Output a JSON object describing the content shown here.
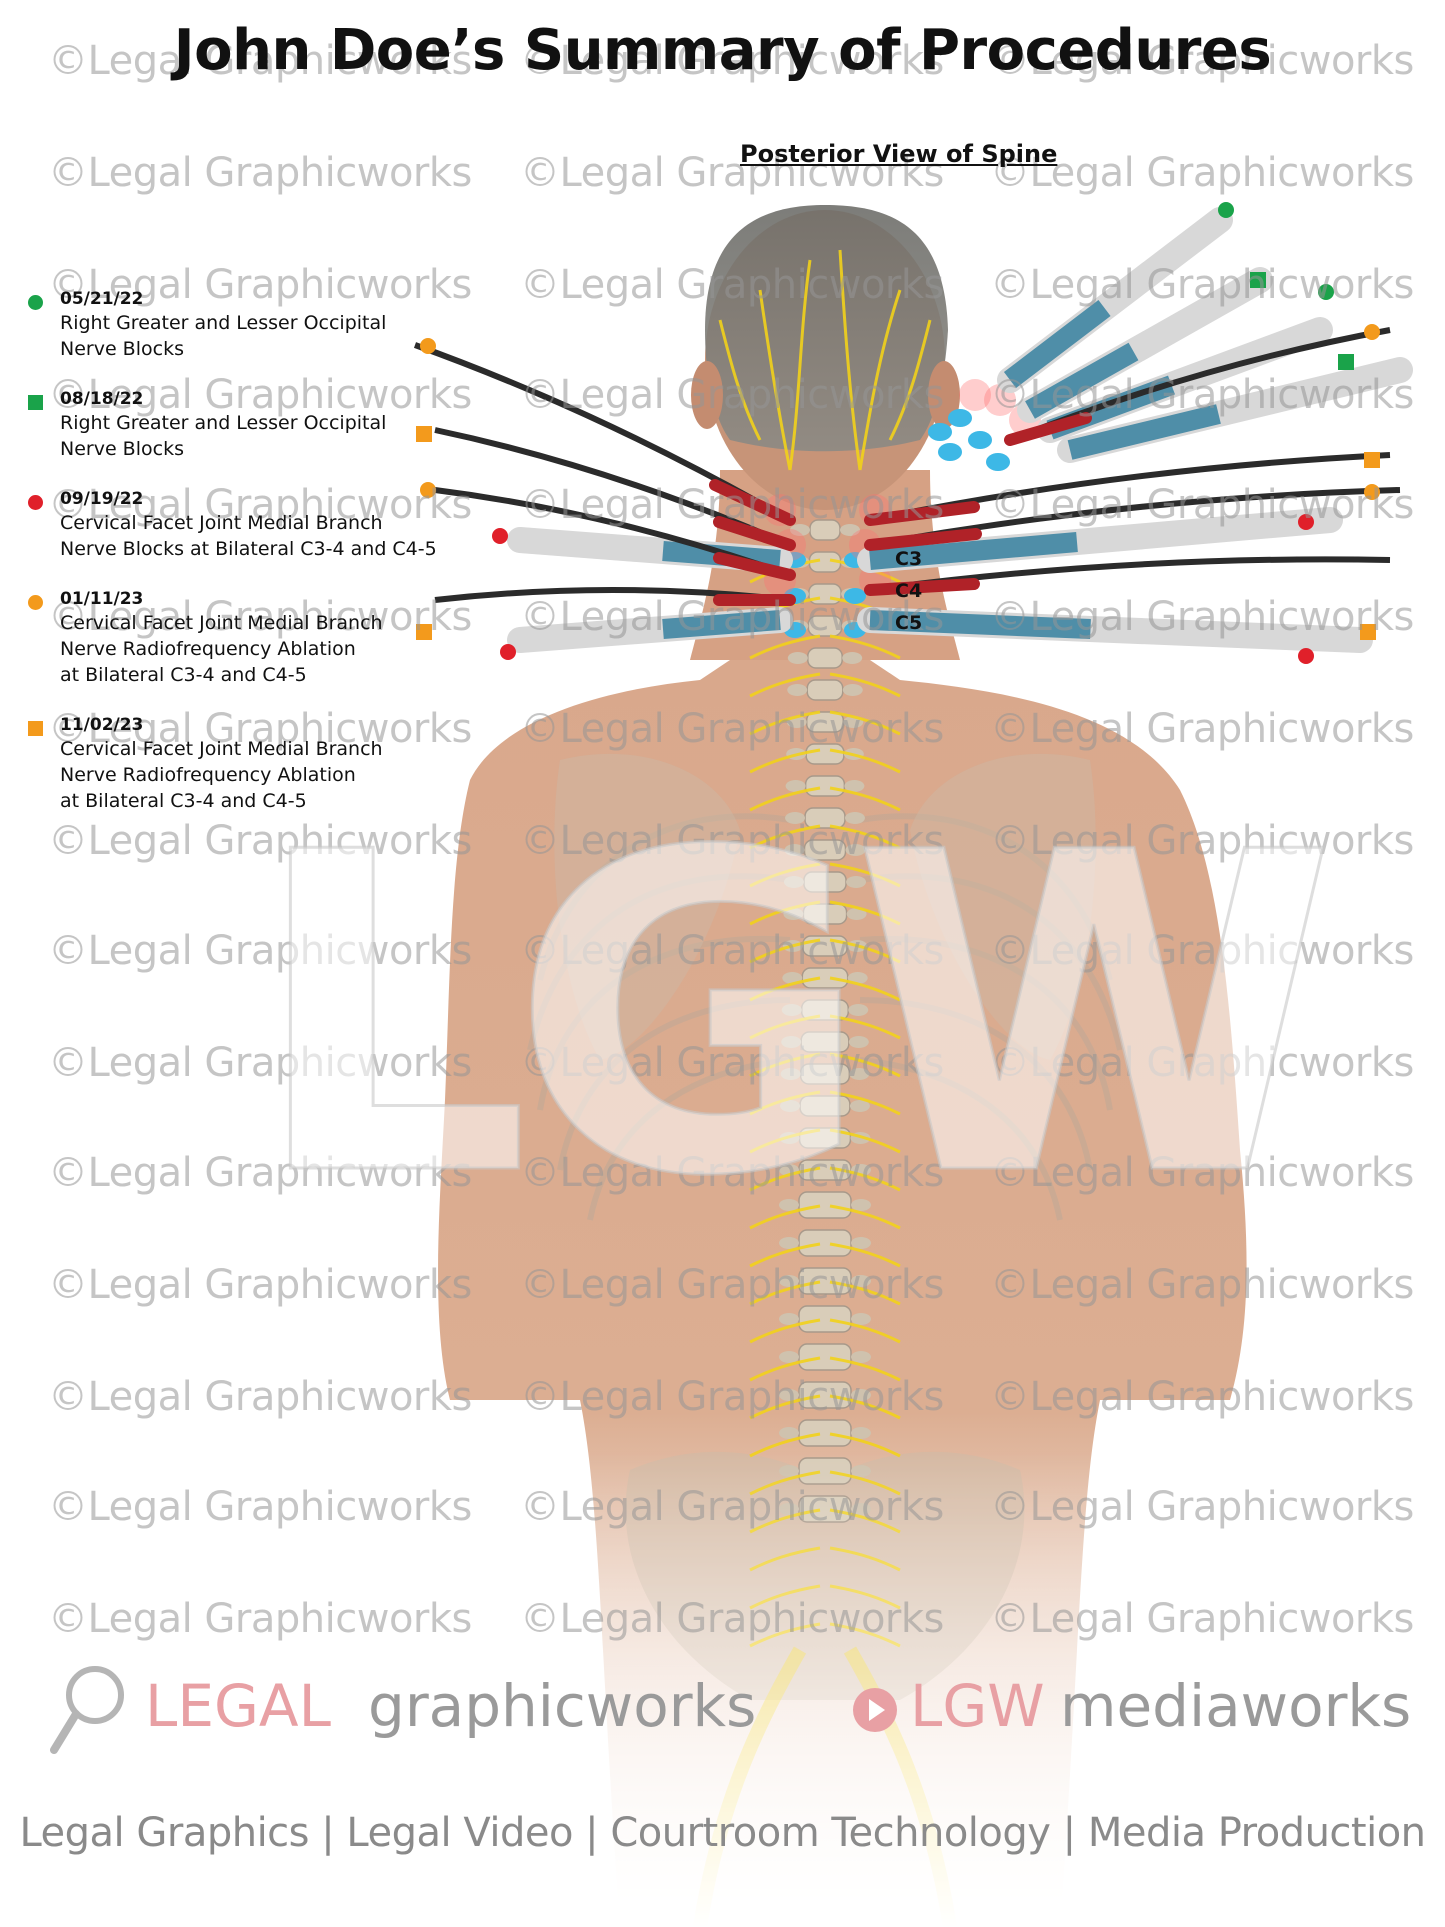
{
  "title": "John Doe’s Summary of Procedures",
  "subtitle": "Posterior View of Spine",
  "legend": [
    {
      "marker": "circle",
      "color": "#1aa34a",
      "date": "05/21/22",
      "desc": "Right Greater and Lesser Occipital\nNerve Blocks"
    },
    {
      "marker": "square",
      "color": "#1aa34a",
      "date": "08/18/22",
      "desc": "Right Greater and Lesser Occipital\nNerve Blocks"
    },
    {
      "marker": "circle",
      "color": "#e0202a",
      "date": "09/19/22",
      "desc": "Cervical Facet Joint Medial Branch\nNerve Blocks at Bilateral C3-4 and C4-5"
    },
    {
      "marker": "circle",
      "color": "#f39a1c",
      "date": "01/11/23",
      "desc": "Cervical Facet Joint Medial Branch\nNerve Radiofrequency Ablation\nat Bilateral C3-4 and C4-5"
    },
    {
      "marker": "square",
      "color": "#f39a1c",
      "date": "11/02/23",
      "desc": "Cervical Facet Joint Medial Branch\nNerve Radiofrequency Ablation\nat Bilateral C3-4 and C4-5"
    }
  ],
  "vertebra_labels": {
    "c3": "C3",
    "c4": "C4",
    "c5": "C5"
  },
  "watermark_text": "©Legal Graphicworks",
  "big_watermark": "LGW",
  "footer": {
    "logo_legal": "LEGAL",
    "logo_graphicworks": "graphicworks",
    "logo_lgw": "LGW",
    "logo_mediaworks": "mediaworks",
    "tagline": "Legal Graphics | Legal Video | Courtroom Technology | Media Production"
  },
  "colors": {
    "green": "#1aa34a",
    "red": "#e0202a",
    "orange": "#f39a1c",
    "nerve": "#f2d21a",
    "injection_site": "#3db8e6"
  }
}
